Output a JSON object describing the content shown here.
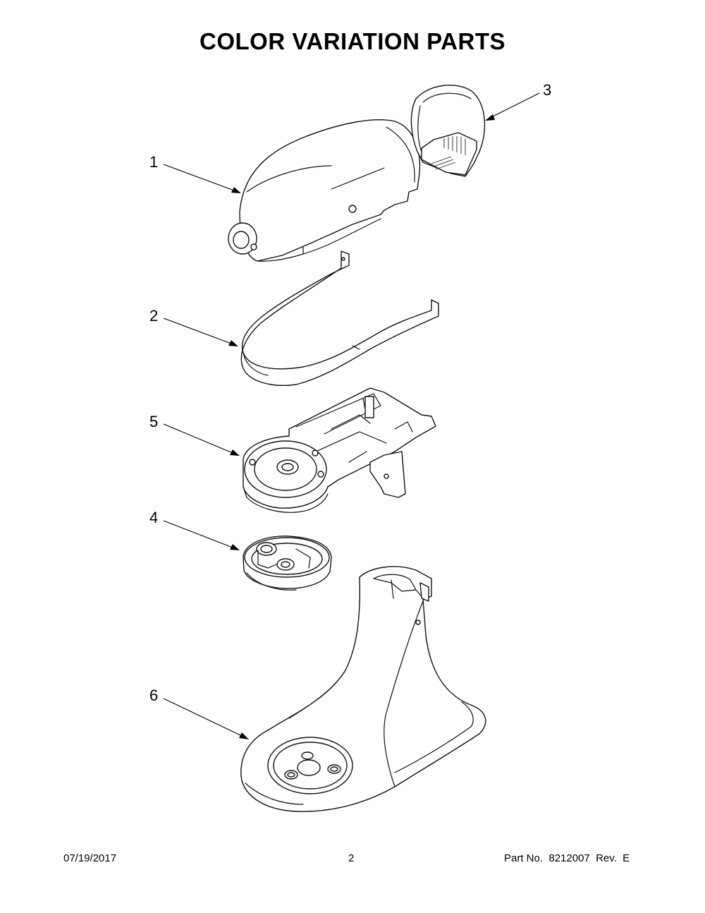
{
  "title": "COLOR VARIATION PARTS",
  "callouts": [
    {
      "id": "1",
      "label": "1"
    },
    {
      "id": "2",
      "label": "2"
    },
    {
      "id": "3",
      "label": "3"
    },
    {
      "id": "4",
      "label": "4"
    },
    {
      "id": "5",
      "label": "5"
    },
    {
      "id": "6",
      "label": "6"
    }
  ],
  "footer": {
    "date": "07/19/2017",
    "page": "2",
    "part_no": "Part No.  8212007  Rev.  E"
  }
}
